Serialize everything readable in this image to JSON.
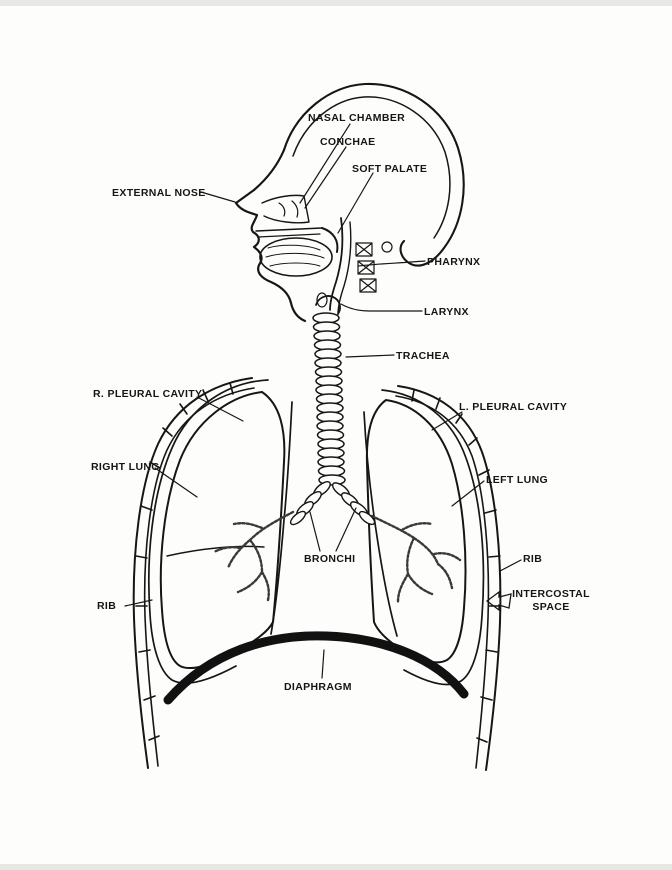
{
  "canvas": {
    "background": "#fdfdfc",
    "ink": "#161616",
    "stipple": "#3a3a3a"
  },
  "diagram": {
    "labels": [
      {
        "id": "nasal-chamber",
        "text": "NASAL CHAMBER"
      },
      {
        "id": "conchae",
        "text": "CONCHAE"
      },
      {
        "id": "soft-palate",
        "text": "SOFT PALATE"
      },
      {
        "id": "external-nose",
        "text": "EXTERNAL NOSE"
      },
      {
        "id": "pharynx",
        "text": "PHARYNX"
      },
      {
        "id": "larynx",
        "text": "LARYNX"
      },
      {
        "id": "trachea",
        "text": "TRACHEA"
      },
      {
        "id": "r-pleural-cavity",
        "text": "R. PLEURAL CAVITY"
      },
      {
        "id": "l-pleural-cavity",
        "text": "L. PLEURAL CAVITY"
      },
      {
        "id": "right-lung",
        "text": "RIGHT LUNG"
      },
      {
        "id": "left-lung",
        "text": "LEFT LUNG"
      },
      {
        "id": "bronchi",
        "text": "BRONCHI"
      },
      {
        "id": "rib-right",
        "text": "RIB"
      },
      {
        "id": "intercostal-space",
        "text": "INTERCOSTAL\nSPACE"
      },
      {
        "id": "rib-left",
        "text": "RIB"
      },
      {
        "id": "diaphragm",
        "text": "DIAPHRAGM"
      }
    ]
  }
}
